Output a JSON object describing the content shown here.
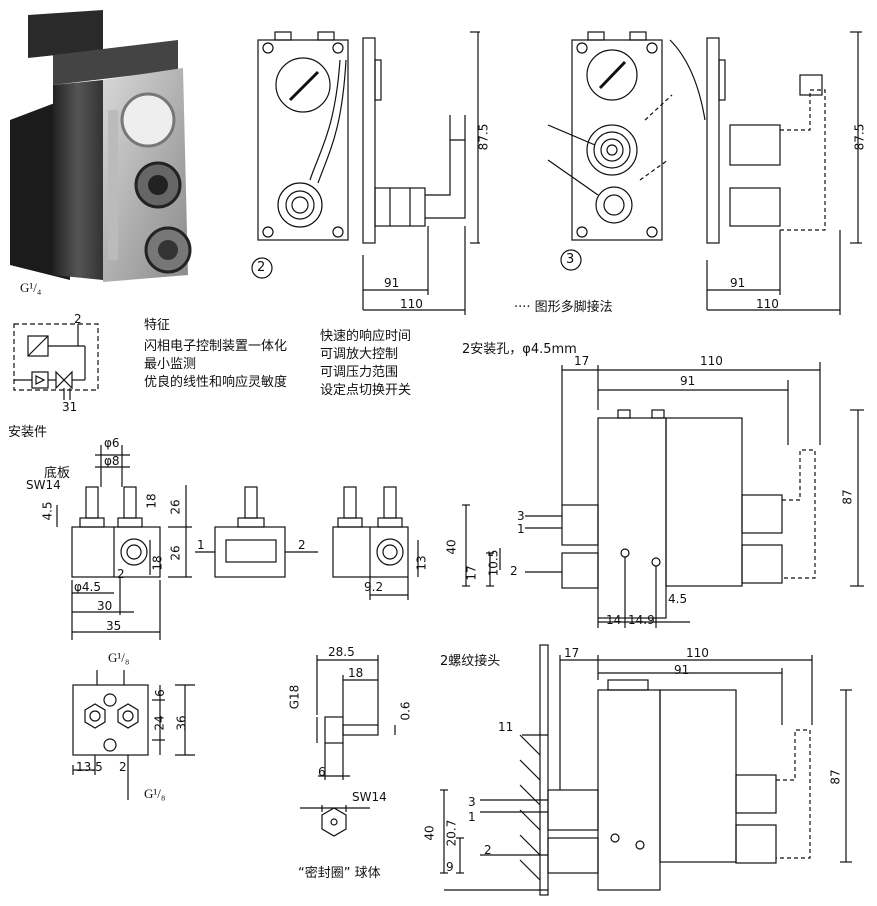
{
  "photo": {
    "thread_label": "G¹/₄"
  },
  "view2": {
    "circle": "2",
    "dim_h": "87.5",
    "dim_91": "91",
    "dim_110": "110"
  },
  "view3": {
    "circle": "3",
    "dim_h": "87.5",
    "dim_91": "91",
    "dim_110": "110",
    "note": "···· 图形多脚接法"
  },
  "symbol": {
    "top": "2",
    "bottom": "31"
  },
  "features": {
    "title": "特征",
    "left": [
      "闪相电子控制装置一体化",
      "最小监测",
      "优良的线性和响应灵敏度"
    ],
    "right": [
      "快速的响应时间",
      "可调放大控制",
      "可调压力范围",
      "设定点切换开关"
    ]
  },
  "mounting": {
    "title": "安装件",
    "base": "底板",
    "sw": "SW14",
    "phi6": "φ6",
    "phi8": "φ8",
    "d4_5": "4.5",
    "d18": "18",
    "d26": "26",
    "d26b": "26",
    "d18b": "18",
    "phi4_5": "φ4.5",
    "d30": "30",
    "d35": "35",
    "n2": "2",
    "n1": "1",
    "n2b": "2",
    "d9_2": "9.2",
    "d13": "13"
  },
  "top_right": {
    "title": "2安装孔，φ4.5mm",
    "d17": "17",
    "d110": "110",
    "d91": "91",
    "d87": "87",
    "d40": "40",
    "d17b": "17",
    "d10_5": "10.5",
    "p3": "3",
    "p1": "1",
    "p2": "2",
    "d14": "14",
    "d14_9": "14.9",
    "d4_5": "4.5"
  },
  "plate": {
    "g18_top": "G¹/₈",
    "g18_bot": "G¹/₈",
    "d6": "6",
    "d24": "24",
    "d36": "36",
    "d13_5": "13.5",
    "d2": "2"
  },
  "plug": {
    "d28_5": "28.5",
    "d18": "18",
    "g18": "G18",
    "d0_6": "0.6",
    "d6": "6",
    "sw14": "SW14",
    "caption": "“密封圈” 球体"
  },
  "bottom_right": {
    "title": "2螺纹接头",
    "d17": "17",
    "d110": "110",
    "d91": "91",
    "d11": "11",
    "d87": "87",
    "d40": "40",
    "d20_7": "20.7",
    "d9": "9",
    "p3": "3",
    "p1": "1",
    "p2": "2"
  }
}
